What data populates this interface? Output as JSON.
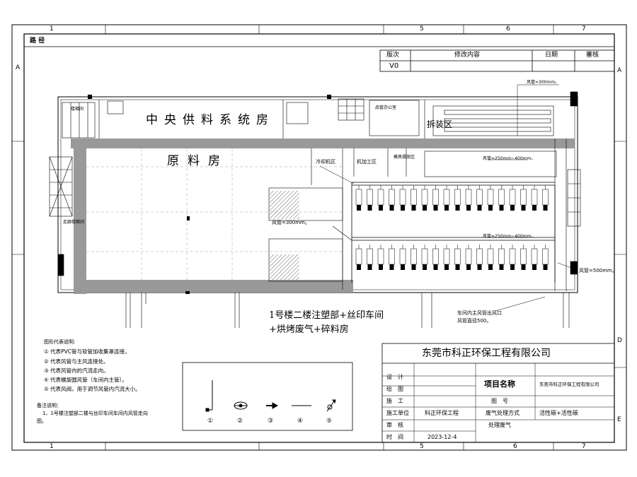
{
  "frame": {
    "col_labels_top": [
      "1",
      "5",
      "6",
      "7"
    ],
    "col_labels_bottom": [
      "1",
      "5",
      "6",
      "7"
    ],
    "row_labels_left": [
      "A"
    ],
    "row_labels_right": [
      "A",
      "D",
      "E"
    ],
    "path_label": "路 径"
  },
  "revision": {
    "headers": [
      "版次",
      "修改内容",
      "日期",
      "審核"
    ],
    "row": [
      "V0",
      "",
      "",
      ""
    ]
  },
  "plan": {
    "title_line1": "1号楼二楼注塑部+丝印车间",
    "title_line2": "+烘烤废气+碎料房",
    "room_central_feed": "中央供料系统房",
    "room_raw_material": "原料房",
    "room_dismantle": "拆装区",
    "room_cooling": "冷却机区",
    "room_machining": "机加工区",
    "room_mold_area": "模具摆放区",
    "room_office": "品管办公室",
    "room_stair_left": "楼梯间",
    "room_corridor": "走廊楼梯间",
    "duct_300_top": "风管=300mm。",
    "duct_250_400_top": "风管=250mm~400mm。",
    "duct_300_mid": "风管=300mm。",
    "duct_250_400_mid": "风管=250mm~400mm。",
    "duct_500": "风管=500mm。",
    "outlet_note_1": "车间内主风管出风口",
    "outlet_note_2": "风管直径500。"
  },
  "legend": {
    "title": "图形代表说明:",
    "items": [
      "① 代表PVC管与软管加收集罩连接。",
      "② 代表风管与主风连接处。",
      "③ 代表风管内的汽流走向。",
      "④ 代表螺旋圆风管（车间内主管）。",
      "⑤ 代表风阀，用于调节风管内汽流大小。"
    ],
    "notes_title": "备注说明：",
    "notes": [
      "1、1号楼注塑部二楼与丝印车间车间内风管走向",
      "图。"
    ],
    "symbol_numbers": [
      "①",
      "②",
      "③",
      "④",
      "⑤"
    ]
  },
  "title_block": {
    "company": "东莞市科正环保工程有限公司",
    "rows": [
      {
        "label": "设　计",
        "value": ""
      },
      {
        "label": "绘　图",
        "value": ""
      },
      {
        "label": "施　工",
        "value": ""
      },
      {
        "label": "施工单位",
        "value": "科正环保工程"
      },
      {
        "label": "审　核",
        "value": ""
      },
      {
        "label": "时　间",
        "value": "2023-12-4"
      }
    ],
    "project_name_label": "项目名称",
    "project_name_value": "东莞市科正环保工程有限公司",
    "drawing_no_label": "图　号",
    "treatment_label": "废气处理方式",
    "treatment_value": "活性碳+活性碳",
    "treated_label": "处理废气"
  }
}
